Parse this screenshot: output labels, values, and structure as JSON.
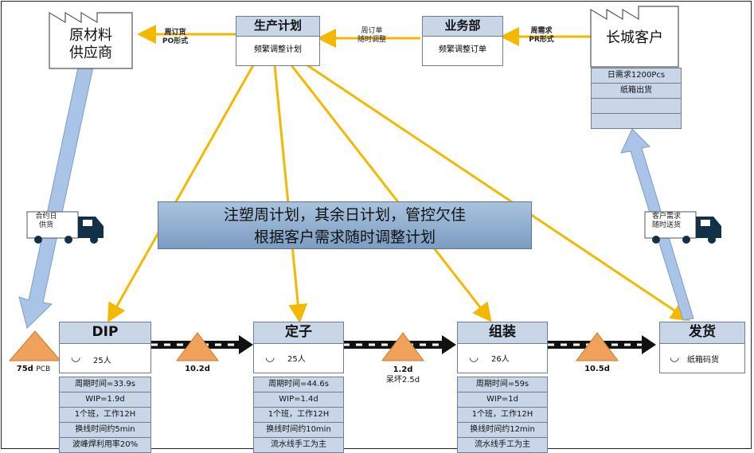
{
  "supplier": {
    "line1": "原材料",
    "line2": "供应商"
  },
  "production_plan": {
    "title": "生产计划",
    "body": "频繁调整计划"
  },
  "sales": {
    "title": "业务部",
    "body": "频繁调整订单"
  },
  "customer": {
    "title": "长城客户",
    "rows": [
      "日需求1200Pcs",
      "纸箱出货",
      "",
      ""
    ]
  },
  "flows": {
    "plan_to_supplier": [
      "周订货",
      "PO形式"
    ],
    "sales_to_plan": [
      "周订单",
      "随时调整"
    ],
    "customer_to_sales": [
      "周需求",
      "PR形式"
    ]
  },
  "trucks": {
    "inbound": [
      "合约日",
      "供货"
    ],
    "outbound": [
      "客户需求",
      "随时送货"
    ]
  },
  "banner": {
    "line1": "注塑周计划，其余日计划，管控欠佳",
    "line2": "根据客户需求随时调整计划"
  },
  "processes": [
    {
      "title": "DIP",
      "people": "25人",
      "attrs": [
        "周期时间=33.9s",
        "WIP=1.9d",
        "1个班，工作12H",
        "换线时间约5min",
        "波峰焊利用率20%"
      ]
    },
    {
      "title": "定子",
      "people": "25人",
      "attrs": [
        "周期时间=44.6s",
        "WIP=1.4d",
        "1个班，工作12H",
        "换线时间约10min",
        "流水线手工为主"
      ]
    },
    {
      "title": "组装",
      "people": "26人",
      "attrs": [
        "周期时间=59s",
        "WIP=1d",
        "1个班，工作12H",
        "换线时间约12min",
        "流水线手工为主"
      ]
    }
  ],
  "shipping": {
    "title": "发货",
    "body": "纸箱码货"
  },
  "inventory": {
    "raw": {
      "value": "75d",
      "unit": "PCB"
    },
    "dip_stator": "10.2d",
    "stator_assembly": [
      "1.2d",
      "呆坏2.5d"
    ],
    "assembly_ship": "10.5d"
  },
  "colors": {
    "accent_arrow": "#f5b800",
    "box_fill": "#c8d6e8",
    "push_arrow": "#111111",
    "inventory": "#f0a25a"
  }
}
